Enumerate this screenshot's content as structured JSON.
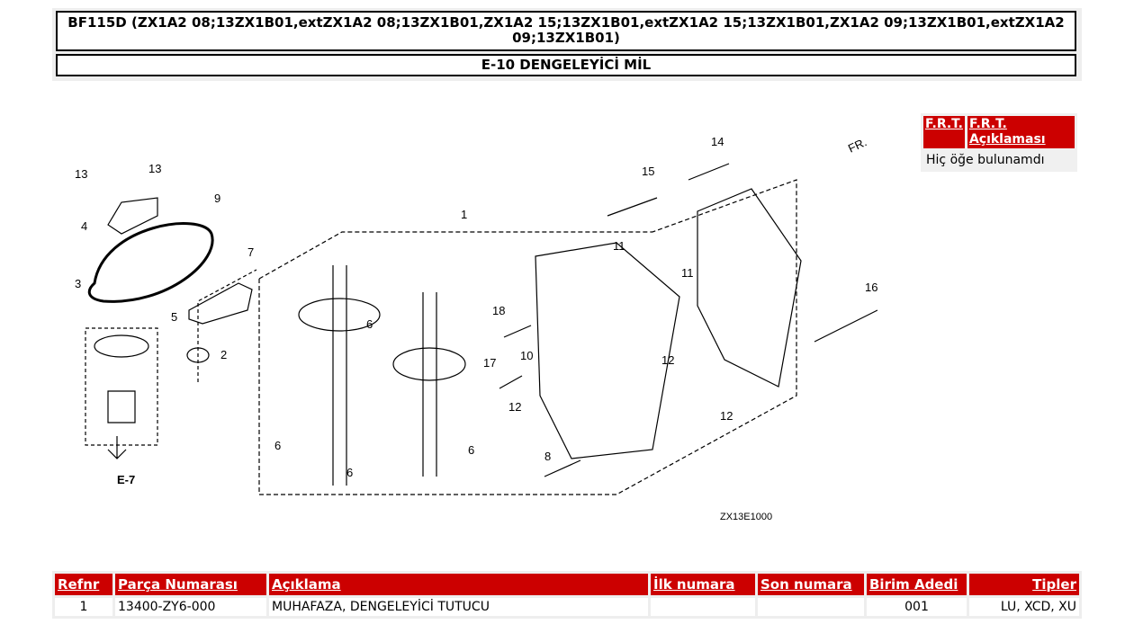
{
  "header": {
    "model_title": "BF115D (ZX1A2 08;13ZX1B01,extZX1A2 08;13ZX1B01,ZX1A2 15;13ZX1B01,extZX1A2 15;13ZX1B01,ZX1A2 09;13ZX1B01,extZX1A2 09;13ZX1B01)",
    "section_title": "E-10 DENGELEYİCİ MİL"
  },
  "diagram": {
    "code": "ZX13E1000",
    "front_label": "FR.",
    "ref_label": "E-7",
    "callouts": [
      "1",
      "2",
      "3",
      "4",
      "5",
      "6",
      "6",
      "6",
      "6",
      "7",
      "8",
      "9",
      "10",
      "11",
      "11",
      "12",
      "12",
      "12",
      "13",
      "13",
      "14",
      "15",
      "16",
      "17",
      "18"
    ]
  },
  "frt": {
    "col1": "F.R.T.",
    "col2": "F.R.T. Açıklaması",
    "empty": "Hiç öğe bulunamdı"
  },
  "parts_table": {
    "headers": [
      "Refnr",
      "Parça Numarası",
      "Açıklama",
      "İlk numara",
      "Son numara",
      "Birim Adedi",
      "Tipler"
    ],
    "rows": [
      [
        "1",
        "13400-ZY6-000",
        "MUHAFAZA, DENGELEYİCİ TUTUCU",
        "",
        "",
        "001",
        "LU, XCD, XU"
      ]
    ]
  }
}
